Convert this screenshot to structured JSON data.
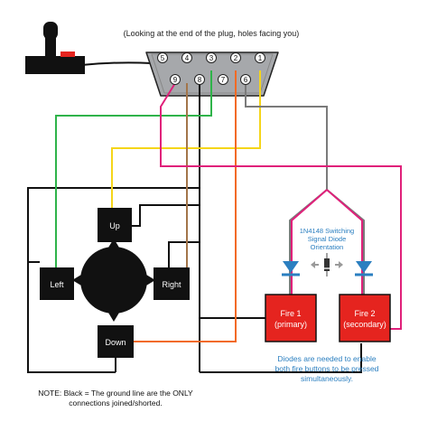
{
  "header": {
    "caption": "(Looking at the end of the plug, holes facing you)"
  },
  "connector": {
    "pins_top": [
      "5",
      "4",
      "3",
      "2",
      "1"
    ],
    "pins_bottom": [
      "9",
      "8",
      "7",
      "6"
    ]
  },
  "buttons": {
    "up": "Up",
    "down": "Down",
    "left": "Left",
    "right": "Right",
    "fire1_line1": "Fire 1",
    "fire1_line2": "(primary)",
    "fire2_line1": "Fire 2",
    "fire2_line2": "(secondary)"
  },
  "diode_label": {
    "line1": "1N4148 Switching",
    "line2": "Signal Diode",
    "line3": "Orientation"
  },
  "notes": {
    "diode_note_line1": "Diodes are needed to enable",
    "diode_note_line2": "both fire buttons to be pressed",
    "diode_note_line3": "simultaneously.",
    "ground_note_line1": "NOTE: Black = The ground line are the ONLY",
    "ground_note_line2": "connections joined/shorted."
  },
  "colors": {
    "ground_wire": "#111111",
    "up_wire": "#f5d51a",
    "left_wire": "#2fb34a",
    "right_wire": "#a3754a",
    "down_wire": "#f26a24",
    "fire1_wire": "#7a7a7a",
    "fire2_wire": "#e0207a",
    "fire_box": "#e5241f",
    "diode": "#2b7fc0",
    "note_text": "#2b7fc0"
  }
}
